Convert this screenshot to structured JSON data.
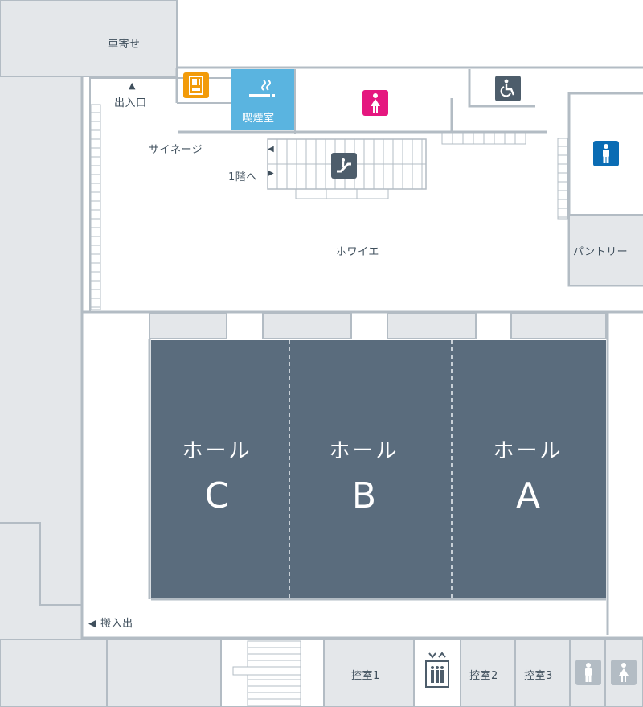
{
  "labels": {
    "drop_off": "車寄せ",
    "entrance": "出入口",
    "smoking_room": "喫煙室",
    "signage": "サイネージ",
    "to_floor1": "1階へ",
    "foyer": "ホワイエ",
    "pantry": "パントリー",
    "loading": "◀ 搬入出",
    "waiting1": "控室1",
    "waiting2": "控室2",
    "waiting3": "控室3"
  },
  "arrows": {
    "up": "▲",
    "left": "◀",
    "right": "▶"
  },
  "halls": [
    {
      "prefix": "ホール",
      "letter": "C"
    },
    {
      "prefix": "ホール",
      "letter": "B"
    },
    {
      "prefix": "ホール",
      "letter": "A"
    }
  ],
  "colors": {
    "hall": "#5a6c7d",
    "wall": "#b3bcc4",
    "gray_area": "#e4e7ea",
    "smoking": "#5ab4e0",
    "vending": "#f29b0a",
    "female": "#e5177f",
    "male": "#0a6cb4",
    "accessible": "#4d5d6b"
  },
  "icons": [
    "vending-machine-icon",
    "smoking-icon",
    "female-restroom-icon",
    "accessible-restroom-icon",
    "male-restroom-icon",
    "escalator-icon",
    "elevator-icon",
    "restroom-icon"
  ]
}
